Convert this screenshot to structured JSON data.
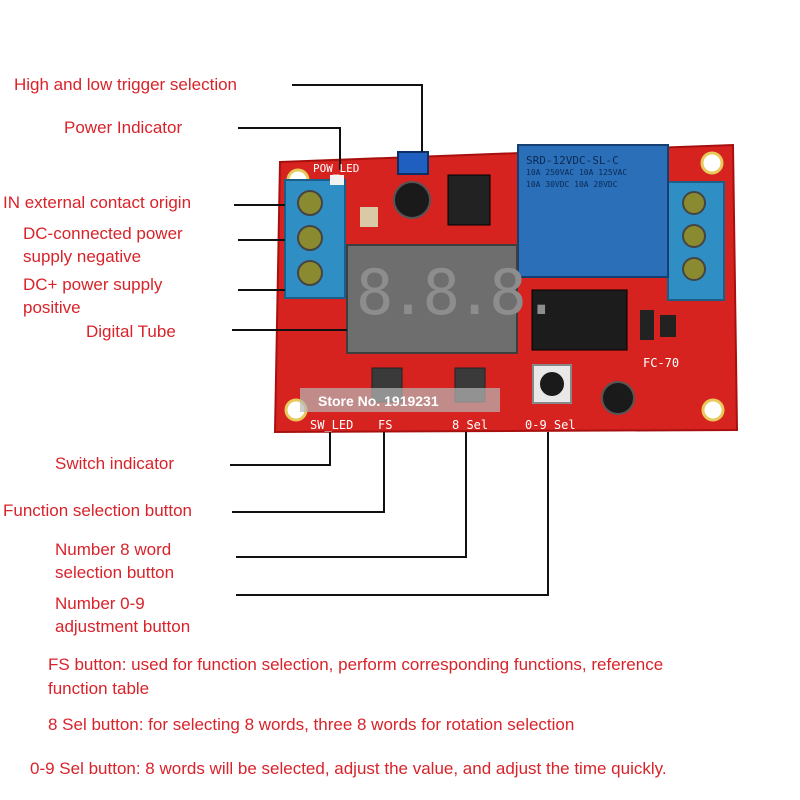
{
  "callouts": {
    "trigger_selection": "High and low trigger selection",
    "power_indicator": "Power Indicator",
    "in_external": "IN external contact origin",
    "dc_negative_1": "DC-connected power",
    "dc_negative_2": "supply negative",
    "dc_positive_1": "DC+ power supply",
    "dc_positive_2": "positive",
    "digital_tube": "Digital Tube",
    "switch_indicator": "Switch indicator",
    "function_button": "Function selection button",
    "number8_1": "Number 8 word",
    "number8_2": "selection button",
    "number09_1": "Number 0-9",
    "number09_2": "adjustment button"
  },
  "board_silkscreen": {
    "pow_led": "POW_LED",
    "sw_led": "SW_LED",
    "fs": "FS",
    "sel8": "8 Sel",
    "sel09": "0-9 Sel",
    "model": "FC-70",
    "relay": "SRD-12VDC-SL-C",
    "relay_rating1": "10A 250VAC  10A 125VAC",
    "relay_rating2": "10A 30VDC  10A 28VDC",
    "watermark": "Store No. 1919231",
    "digits": "8.8.8."
  },
  "descriptions": {
    "fs": "FS button: used for function selection, perform corresponding functions, reference function table",
    "sel8": "8 Sel button: for selecting 8 words, three 8 words for rotation selection",
    "sel09": "0-9 Sel button: 8 words will be selected, adjust the value, and adjust the time quickly."
  },
  "colors": {
    "label": "#d8232a",
    "pcb": "#d6231f",
    "terminal": "#2f8fc5",
    "relay": "#2a6fb8",
    "display": "#6e6e6e"
  }
}
